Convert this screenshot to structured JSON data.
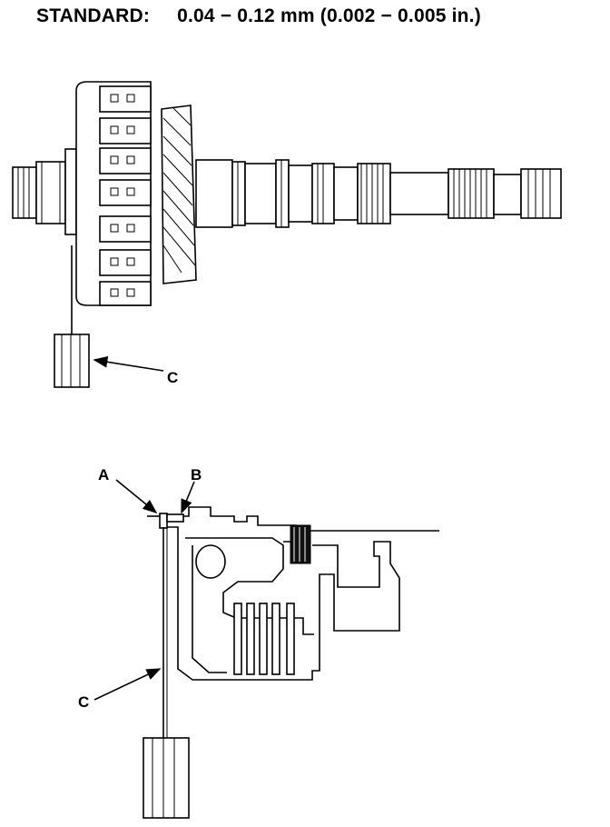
{
  "header": {
    "label": "STANDARD:",
    "spec": "0.04 − 0.12 mm (0.002 − 0.005 in.)"
  },
  "callouts": {
    "a": "A",
    "b": "B",
    "c_top": "C",
    "c_bottom": "C"
  }
}
